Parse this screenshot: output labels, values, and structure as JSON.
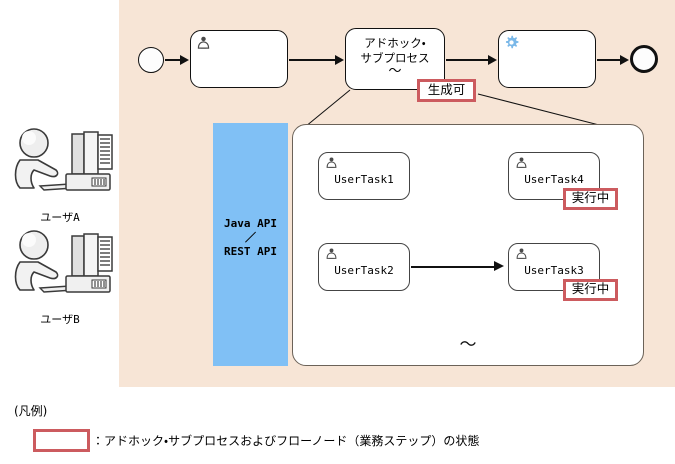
{
  "colors": {
    "panel_background": "#f7e5d6",
    "api_band": "#80c0f5",
    "badge_border": "#cc5b5f",
    "container_border": "#6b6258",
    "node_stroke": "#111111",
    "service_icon": "#7ab8e8"
  },
  "users": [
    {
      "label": "ユーザA",
      "icon": "user-at-computer-icon"
    },
    {
      "label": "ユーザB",
      "icon": "user-at-computer-icon"
    }
  ],
  "api_band": {
    "line1": "Java API",
    "separator": "／",
    "line2": "REST API"
  },
  "process_flow": {
    "start_event": "start-event",
    "end_event": "end-event",
    "nodes": [
      {
        "name": "user-task-node",
        "label": "",
        "icon": "user-icon"
      },
      {
        "name": "adhoc-subprocess-node",
        "label_line1": "アドホック・",
        "label_line2": "サブプロセス",
        "label_line3": "〜",
        "icon": "none"
      },
      {
        "name": "service-task-node",
        "label": "",
        "icon": "gear-icon"
      }
    ],
    "subprocess_badge": "生成可"
  },
  "expansion": {
    "tasks": [
      {
        "id": "usertask1",
        "label": "UserTask1",
        "icon": "user-icon",
        "badge": null
      },
      {
        "id": "usertask4",
        "label": "UserTask4",
        "icon": "user-icon",
        "badge": "実行中"
      },
      {
        "id": "usertask2",
        "label": "UserTask2",
        "icon": "user-icon",
        "badge": null
      },
      {
        "id": "usertask3",
        "label": "UserTask3",
        "icon": "user-icon",
        "badge": "実行中"
      }
    ],
    "more_indicator": "〜"
  },
  "legend": {
    "title": "(凡例)",
    "swatch": "red-bordered-box",
    "description": "：アドホック・サブプロセスおよびフローノード（業務ステップ）の状態"
  }
}
